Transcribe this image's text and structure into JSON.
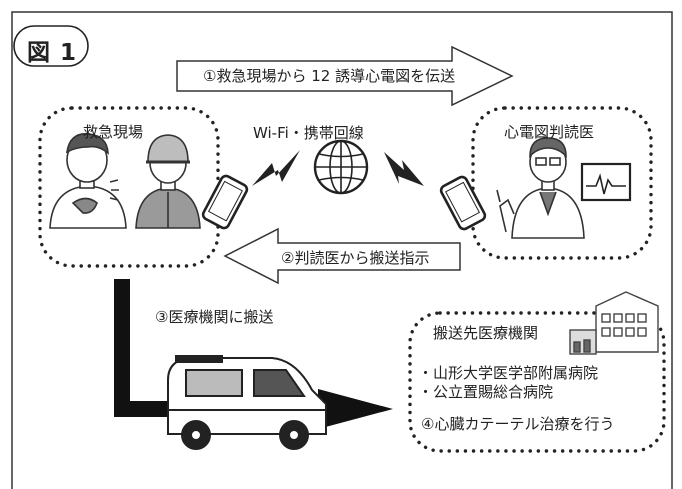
{
  "figure": {
    "label": "図 1"
  },
  "arrow_top": {
    "text": "①救急現場から 12 誘導心電図を伝送"
  },
  "emergency_site": {
    "label": "救急現場"
  },
  "network": {
    "label": "Wi-Fi・携帯回線"
  },
  "doctor": {
    "label": "心電図判読医"
  },
  "arrow_mid": {
    "text": "②判読医から搬送指示"
  },
  "transport": {
    "label": "③医療機関に搬送"
  },
  "hospital": {
    "title": "搬送先医療機関",
    "items": [
      "・山形大学医学部附属病院",
      "・公立置賜総合病院"
    ],
    "treatment": "④心臓カテーテル治療を行う"
  }
}
